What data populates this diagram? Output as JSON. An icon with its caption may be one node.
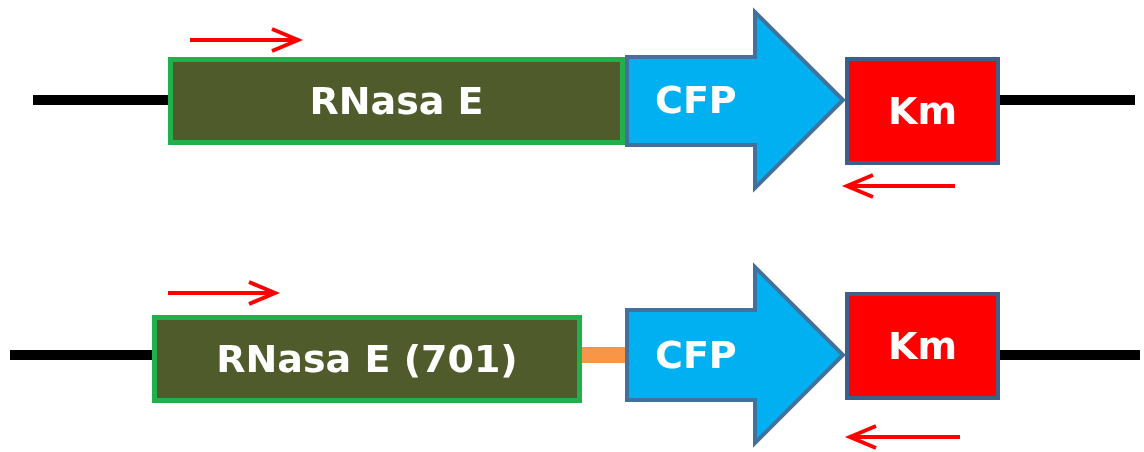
{
  "diagram": {
    "nodes": [
      {
        "text": [
          "RNasa E"
        ]
      },
      {
        "text": [
          "CFP"
        ]
      },
      {
        "text": [
          "Km"
        ]
      },
      {
        "text": [
          "RNasa E (701)"
        ]
      },
      {
        "text": [],
        "shape": "bar"
      },
      {
        "text": [
          "CFP"
        ]
      },
      {
        "text": [
          "Km"
        ]
      }
    ]
  }
}
